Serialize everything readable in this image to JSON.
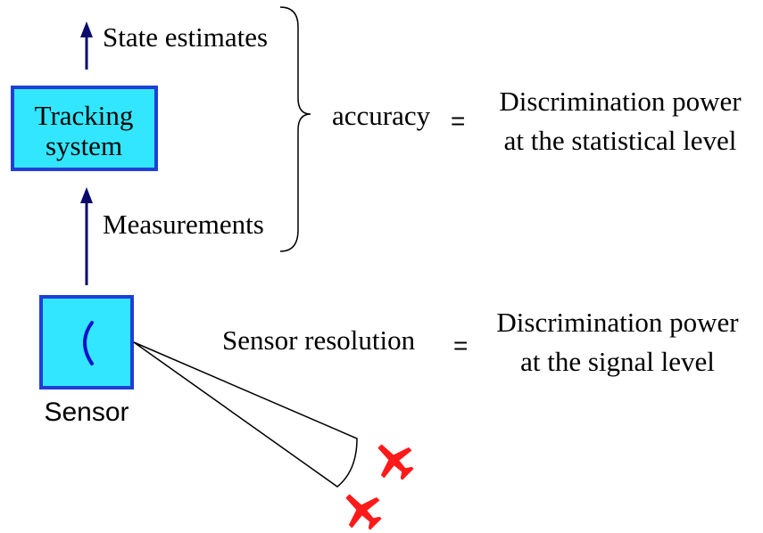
{
  "labels": {
    "state_estimates": "State estimates",
    "tracking_line1": "Tracking",
    "tracking_line2": "system",
    "measurements": "Measurements",
    "sensor": "Sensor",
    "accuracy": "accuracy",
    "equals": "=",
    "disc_power": "Discrimination power",
    "statistical_level": "at the statistical level",
    "sensor_resolution": "Sensor resolution",
    "signal_level": "at the signal level"
  },
  "colors": {
    "box_fill": "#33e6ff",
    "box_border": "#1f3fd6",
    "arrow": "#0a0a6b",
    "aircraft": "#ff1a1a",
    "radar_symbol": "#1010cc"
  },
  "icons": [
    "radar-icon",
    "aircraft-icon"
  ]
}
